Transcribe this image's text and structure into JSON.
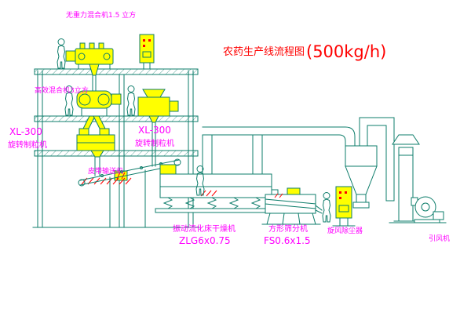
{
  "title": {
    "text": "农药生产线流程图",
    "capacity": "(500kg/h)"
  },
  "equipment_labels": {
    "top_mixer": "无重力混合机1.5 立方",
    "second_mixer": "高效混合机3立方",
    "granulator_left_model": "XL-300",
    "granulator_left_name": "旋转制粒机",
    "granulator_center_model": "XL-300",
    "granulator_center_name": "旋转制粒机",
    "belt_conveyor": "皮带输送机",
    "fluid_bed_dryer_name": "振动流化床干燥机",
    "fluid_bed_dryer_model": "ZLG6x0.75",
    "sifter_name": "方形筛分机",
    "sifter_model": "FS0.6x1.5",
    "cyclone": "旋风除尘器",
    "fan": "引风机"
  },
  "colors": {
    "line": "#0e7d6b",
    "magenta": "#ff00ff",
    "red": "#ff0000",
    "yellow": "#ffff00",
    "background": "#ffffff"
  }
}
